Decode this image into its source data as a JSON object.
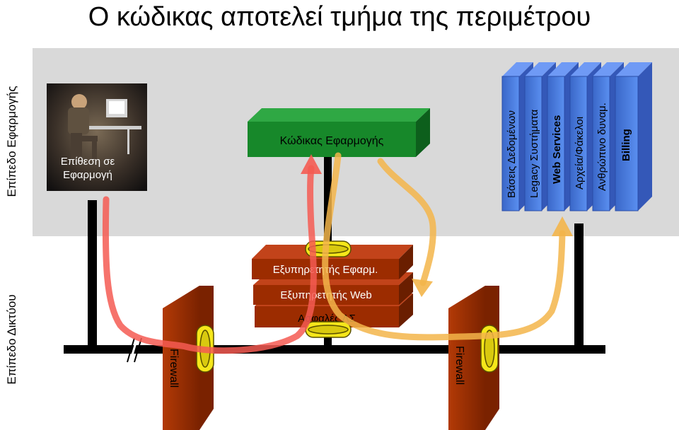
{
  "title": "Ο κώδικας αποτελεί τμήμα της περιμέτρου",
  "layers": {
    "application": "Επίπεδο Εφαρμογής",
    "network": "Επίπεδο Δικτύου"
  },
  "attacker": {
    "label_line1": "Επίθεση σε",
    "label_line2": "Εφαρμογή"
  },
  "app_code": "Κώδικας Εφαρμογής",
  "servers": {
    "app_server": "Εξυπηρετητής Εφαρμ.",
    "web_server": "Εξυπηρετητής Web",
    "secure_os": "Ασφαλές ΛΣ"
  },
  "firewall_left": "Firewall",
  "firewall_right": "Firewall",
  "backends": [
    "Βάσεις Δεδομένων",
    "Legacy Συστήματα",
    "Web Services",
    "Αρχεία/Φάκελοι",
    "Ανθρώπινο δυναμ.",
    "Billing"
  ],
  "colors": {
    "app_layer_bg": "#d9d9d9",
    "brick": "#9c2c00",
    "app_box": "#17882a",
    "backend": "#4f7fe0",
    "attack_path": "#f45b52",
    "data_path": "#f3b54a",
    "ring": "#f5e61a"
  }
}
